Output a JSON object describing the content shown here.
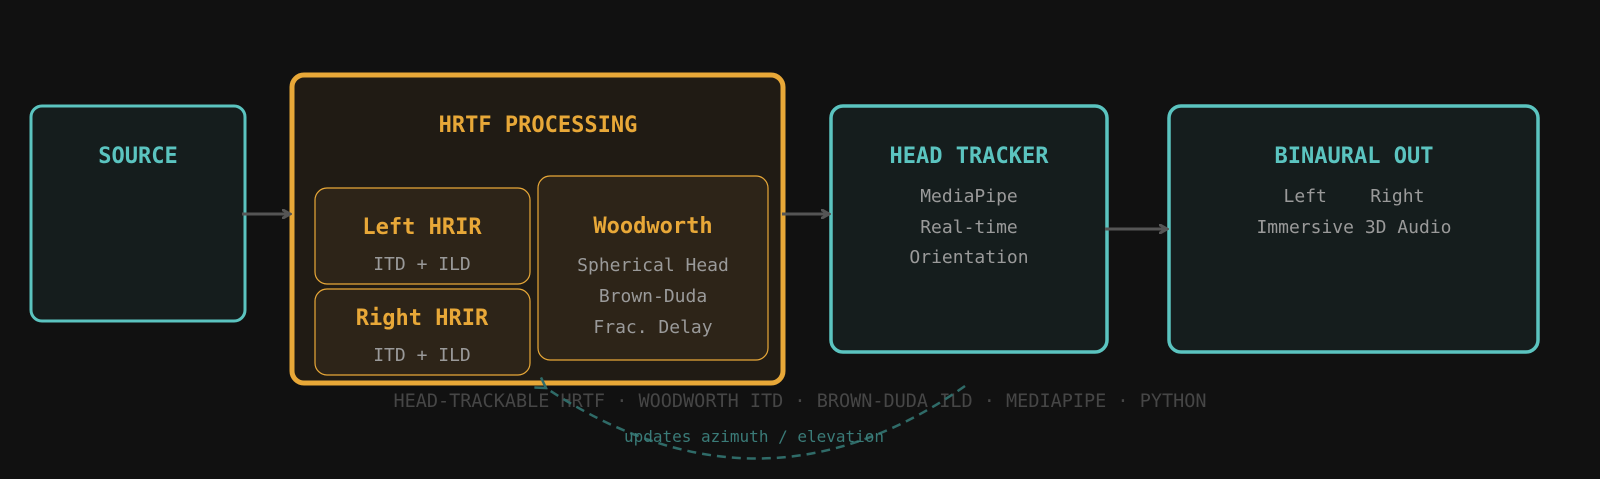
{
  "colors": {
    "background": "#111111",
    "teal": "#5bc4c0",
    "amber": "#e8a838",
    "arrow": "#555555",
    "dashed": "#2f6b68",
    "text_gray": "#9a9a9a"
  },
  "source": {
    "title": "SOURCE"
  },
  "hrtf": {
    "title": "HRTF PROCESSING",
    "left_hrir": {
      "title": "Left HRIR",
      "sub": "ITD + ILD"
    },
    "right_hrir": {
      "title": "Right HRIR",
      "sub": "ITD + ILD"
    },
    "woodworth": {
      "title": "Woodworth",
      "lines": [
        "Spherical Head",
        "Brown-Duda",
        "Frac. Delay"
      ]
    }
  },
  "head_tracker": {
    "title": "HEAD TRACKER",
    "lines": [
      "MediaPipe",
      "Real-time",
      "Orientation"
    ]
  },
  "binaural_out": {
    "title": "BINAURAL OUT",
    "lines": [
      "Left    Right",
      "Immersive 3D Audio"
    ]
  },
  "feedback_label": "updates azimuth / elevation",
  "footer": "HEAD-TRACKABLE HRTF · WOODWORTH ITD · BROWN-DUDA ILD · MEDIAPIPE · PYTHON"
}
